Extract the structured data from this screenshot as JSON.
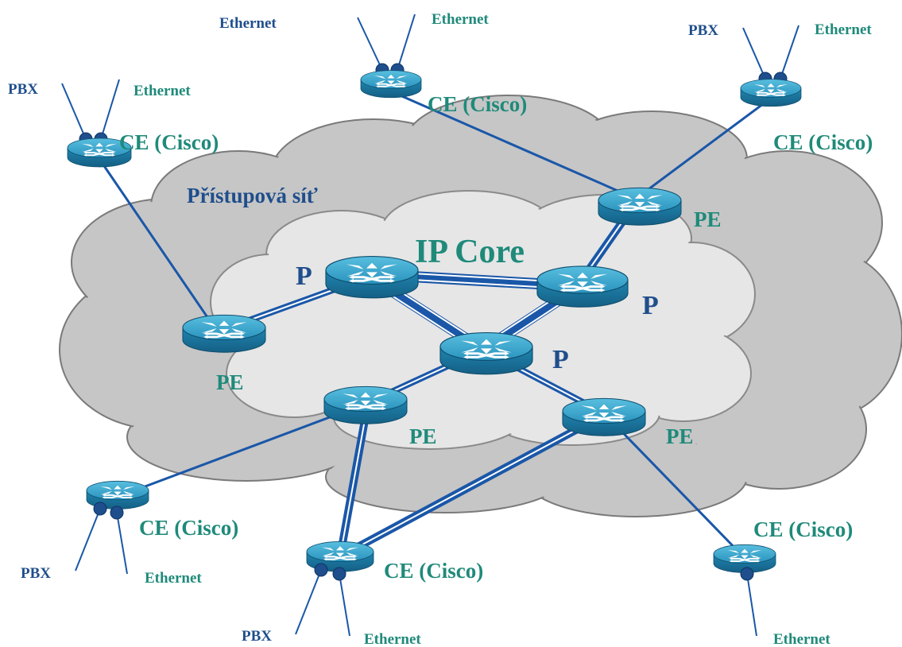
{
  "labels": {
    "access_network": "Přístupová síť",
    "ip_core": "IP Core",
    "provider": "P",
    "provider_edge": "PE",
    "customer_edge": "CE (Cisco)",
    "pbx": "PBX",
    "ethernet": "Ethernet"
  },
  "colors": {
    "outer_cloud": "#c6c6c6",
    "inner_cloud": "#e6e6e6",
    "cloud_outline": "#7a7a7a",
    "link": "#1a57a8",
    "label_blue": "#1f4e8c",
    "label_teal": "#1f8a7a",
    "router_top": "#3aa8cc",
    "router_side": "#1d7fa6"
  },
  "icons": [
    "router-icon",
    "port-dot-icon"
  ]
}
